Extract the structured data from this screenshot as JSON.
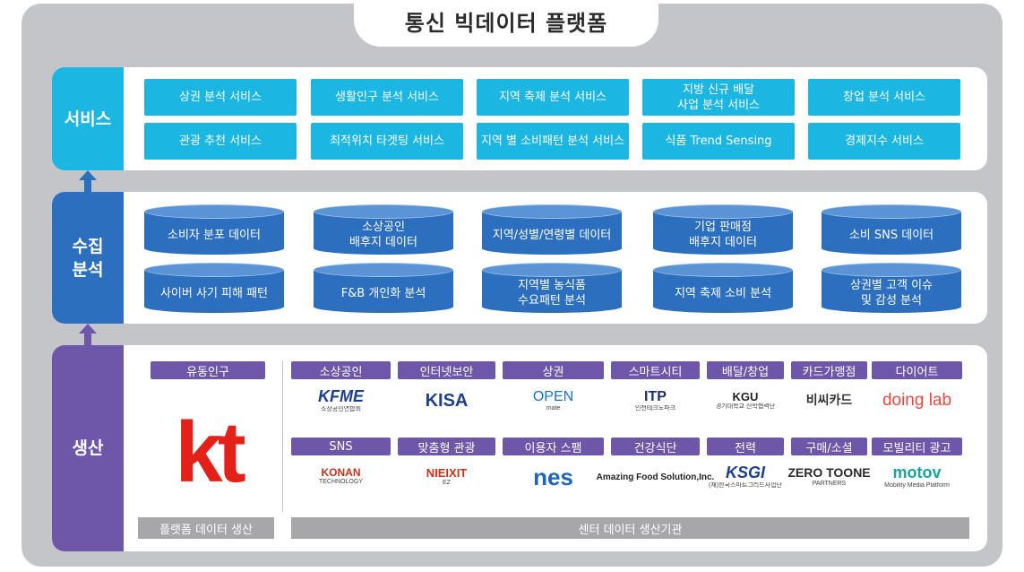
{
  "title": "통신 빅데이터 플랫폼",
  "colors": {
    "service": "#1cb6e3",
    "analysis": "#2d6fbf",
    "production": "#6e57a9",
    "kt_logo": "#e32119"
  },
  "service": {
    "label": "서비스",
    "items": [
      "상권 분석 서비스",
      "생활인구 분석 서비스",
      "지역 축제 분석 서비스",
      "지방 신규 배달\n사업 분석 서비스",
      "창업 분석 서비스",
      "관광 추천 서비스",
      "최적위치 타겟팅 서비스",
      "지역 별 소비패턴 분석 서비스",
      "식품 Trend Sensing",
      "경제지수 서비스"
    ]
  },
  "analysis": {
    "label": "수집\n분석",
    "items": [
      "소비자 분포 데이터",
      "소상공인\n배후지 데이터",
      "지역/성별/연령별 데이터",
      "기업 판매점\n배후지 데이터",
      "소비 SNS 데이터",
      "사이버 사기 피해 패턴",
      "F&B 개인화 분석",
      "지역별 농식품\n수요패턴 분석",
      "지역 축제 소비 분석",
      "상권별 고객 이슈\n및 감성 분석"
    ]
  },
  "production": {
    "label": "생산",
    "kt_category": "유동인구",
    "kt_logo": "kt",
    "platform_label": "플랫폼 데이터 생산",
    "center_label": "센터 데이터 생산기관",
    "categories_row1": [
      "소상공인",
      "인터넷보안",
      "상권",
      "스마트시티",
      "배달/창업",
      "카드가맹점",
      "다이어트"
    ],
    "categories_row2": [
      "SNS",
      "맞춤형 관광",
      "이용자 스팸",
      "건강식단",
      "전력",
      "구매/소셜",
      "모빌리티 광고"
    ],
    "logos_row1": [
      {
        "icon": "kfme-logo",
        "main": "KFME",
        "sub": "소상공인연합회"
      },
      {
        "icon": "kisa-logo",
        "main": "KISA",
        "sub": ""
      },
      {
        "icon": "openmate-logo",
        "main": "OPEN",
        "sub": "mate"
      },
      {
        "icon": "itp-logo",
        "main": "ITP",
        "sub": "인천테크노파크"
      },
      {
        "icon": "kgu-logo",
        "main": "KGU",
        "sub": "경기대학교 산학협력단"
      },
      {
        "icon": "bccard-logo",
        "main": "비씨카드",
        "sub": ""
      },
      {
        "icon": "doinglab-logo",
        "main": "doing lab",
        "sub": ""
      }
    ],
    "logos_row2": [
      {
        "icon": "konan-logo",
        "main": "KONAN",
        "sub": "TECHNOLOGY"
      },
      {
        "icon": "neixit-logo",
        "main": "NIEIXIT",
        "sub": "EZ"
      },
      {
        "icon": "nes-logo",
        "main": "nes",
        "sub": ""
      },
      {
        "icon": "amazing-food-logo",
        "main": "Amazing Food Solution,Inc.",
        "sub": ""
      },
      {
        "icon": "ksgi-logo",
        "main": "KSGI",
        "sub": "(재)한국스마트그리드사업단"
      },
      {
        "icon": "zerotoone-logo",
        "main": "ZERO TOONE",
        "sub": "PARTNERS"
      },
      {
        "icon": "motov-logo",
        "main": "motov",
        "sub": "Mobility Media Platform"
      }
    ]
  }
}
